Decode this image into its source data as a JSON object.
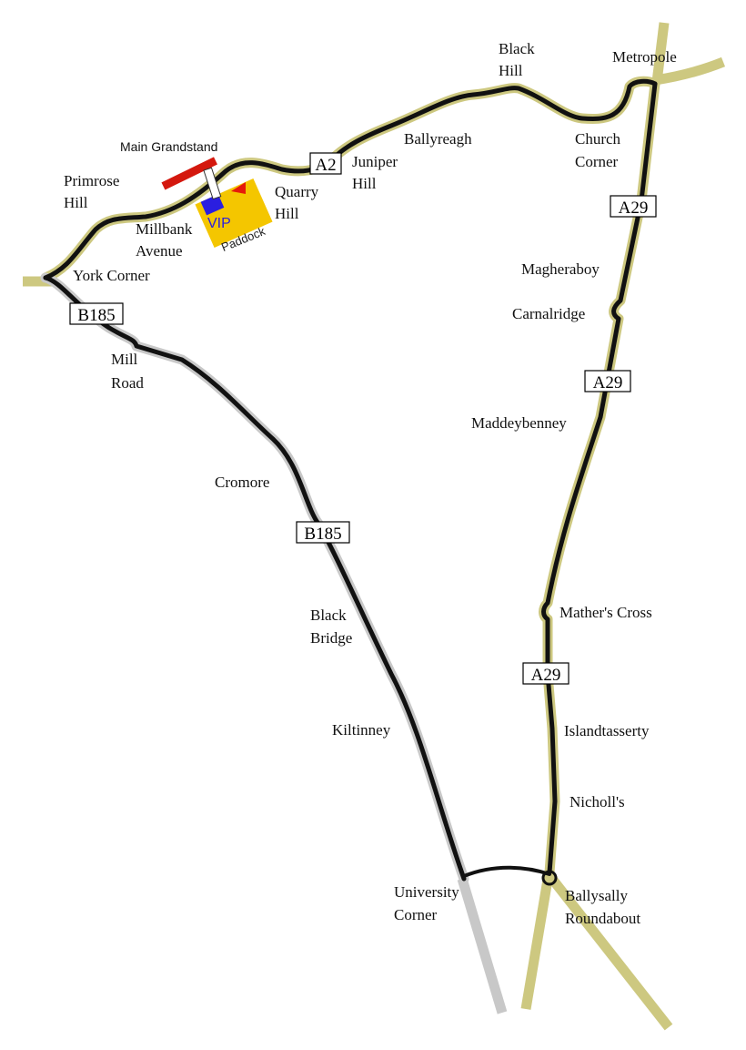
{
  "colors": {
    "track": "#111111",
    "major_road": "#cdc880",
    "minor_road": "#c8c8c8",
    "grandstand": "#d4180e",
    "paddock": "#f4c600",
    "vip": "#2a1ee0",
    "flag": "#e61a0a",
    "background": "#ffffff"
  },
  "labels": {
    "main_grandstand": "Main Grandstand",
    "primrose_hill": [
      "Primrose",
      "Hill"
    ],
    "millbank_avenue": [
      "Millbank",
      "Avenue"
    ],
    "york_corner": "York Corner",
    "mill_road": [
      "Mill",
      "Road"
    ],
    "cromore": "Cromore",
    "black_bridge": [
      "Black",
      "Bridge"
    ],
    "kiltinney": "Kiltinney",
    "university_corner": [
      "University",
      "Corner"
    ],
    "ballysally_roundabout": [
      "Ballysally",
      "Roundabout"
    ],
    "nicholls": "Nicholl's",
    "islandtasserty": "Islandtasserty",
    "mathers_cross": "Mather's Cross",
    "maddeybenney": "Maddeybenney",
    "carnalridge": "Carnalridge",
    "magheraboy": "Magheraboy",
    "church_corner": [
      "Church",
      "Corner"
    ],
    "metropole": "Metropole",
    "black_hill": [
      "Black",
      "Hill"
    ],
    "ballyreagh": "Ballyreagh",
    "juniper_hill": [
      "Juniper",
      "Hill"
    ],
    "quarry_hill": [
      "Quarry",
      "Hill"
    ],
    "vip": "VIP",
    "paddock": "Paddock"
  },
  "road_numbers": {
    "a2": "A2",
    "b185_north": "B185",
    "b185_mid": "B185",
    "a29_north": "A29",
    "a29_mid": "A29",
    "a29_south": "A29"
  }
}
